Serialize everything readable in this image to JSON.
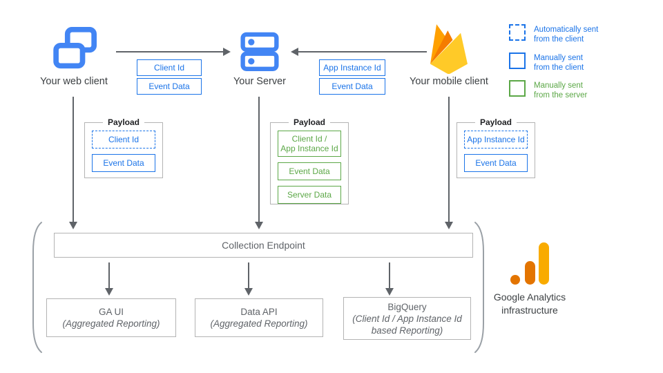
{
  "nodes": {
    "web_client": {
      "label": "Your web client"
    },
    "server": {
      "label": "Your Server"
    },
    "mobile_client": {
      "label": "Your mobile client"
    }
  },
  "legend": {
    "items": [
      {
        "label": "Automatically sent\nfrom the client"
      },
      {
        "label": "Manually sent\nfrom the client"
      },
      {
        "label": "Manually sent\nfrom the server"
      }
    ]
  },
  "edges": {
    "web_to_server": {
      "labels": [
        {
          "text": "Client Id"
        },
        {
          "text": "Event Data"
        }
      ]
    },
    "mobile_to_server": {
      "labels": [
        {
          "text": "App Instance Id"
        },
        {
          "text": "Event Data"
        }
      ]
    }
  },
  "payloads": {
    "web": {
      "title": "Payload",
      "items": [
        {
          "text": "Client Id"
        },
        {
          "text": "Event Data"
        }
      ]
    },
    "server": {
      "title": "Payload",
      "items": [
        {
          "text": "Client Id /\nApp Instance Id"
        },
        {
          "text": "Event Data"
        },
        {
          "text": "Server Data"
        }
      ]
    },
    "mobile": {
      "title": "Payload",
      "items": [
        {
          "text": "App Instance Id"
        },
        {
          "text": "Event Data"
        }
      ]
    }
  },
  "infrastructure": {
    "collection_endpoint": "Collection Endpoint",
    "outputs": [
      {
        "name": "GA UI",
        "subtitle": "(Aggregated Reporting)"
      },
      {
        "name": "Data API",
        "subtitle": "(Aggregated Reporting)"
      },
      {
        "name": "BigQuery",
        "subtitle": "(Client Id / App Instance Id\nbased Reporting)"
      }
    ],
    "label": "Google Analytics\ninfrastructure"
  },
  "colors": {
    "blue": "#1a73e8",
    "green": "#5ba746",
    "icon_blue": "#4285f4",
    "firebase_amber": "#FFA000",
    "firebase_orange": "#F57C00",
    "firebase_yellow": "#FFCA28",
    "ga_orange": "#E37400",
    "ga_amber": "#F9AB00",
    "arrow_gray": "#5f6368",
    "box_border_gray": "#b3b3b3"
  }
}
